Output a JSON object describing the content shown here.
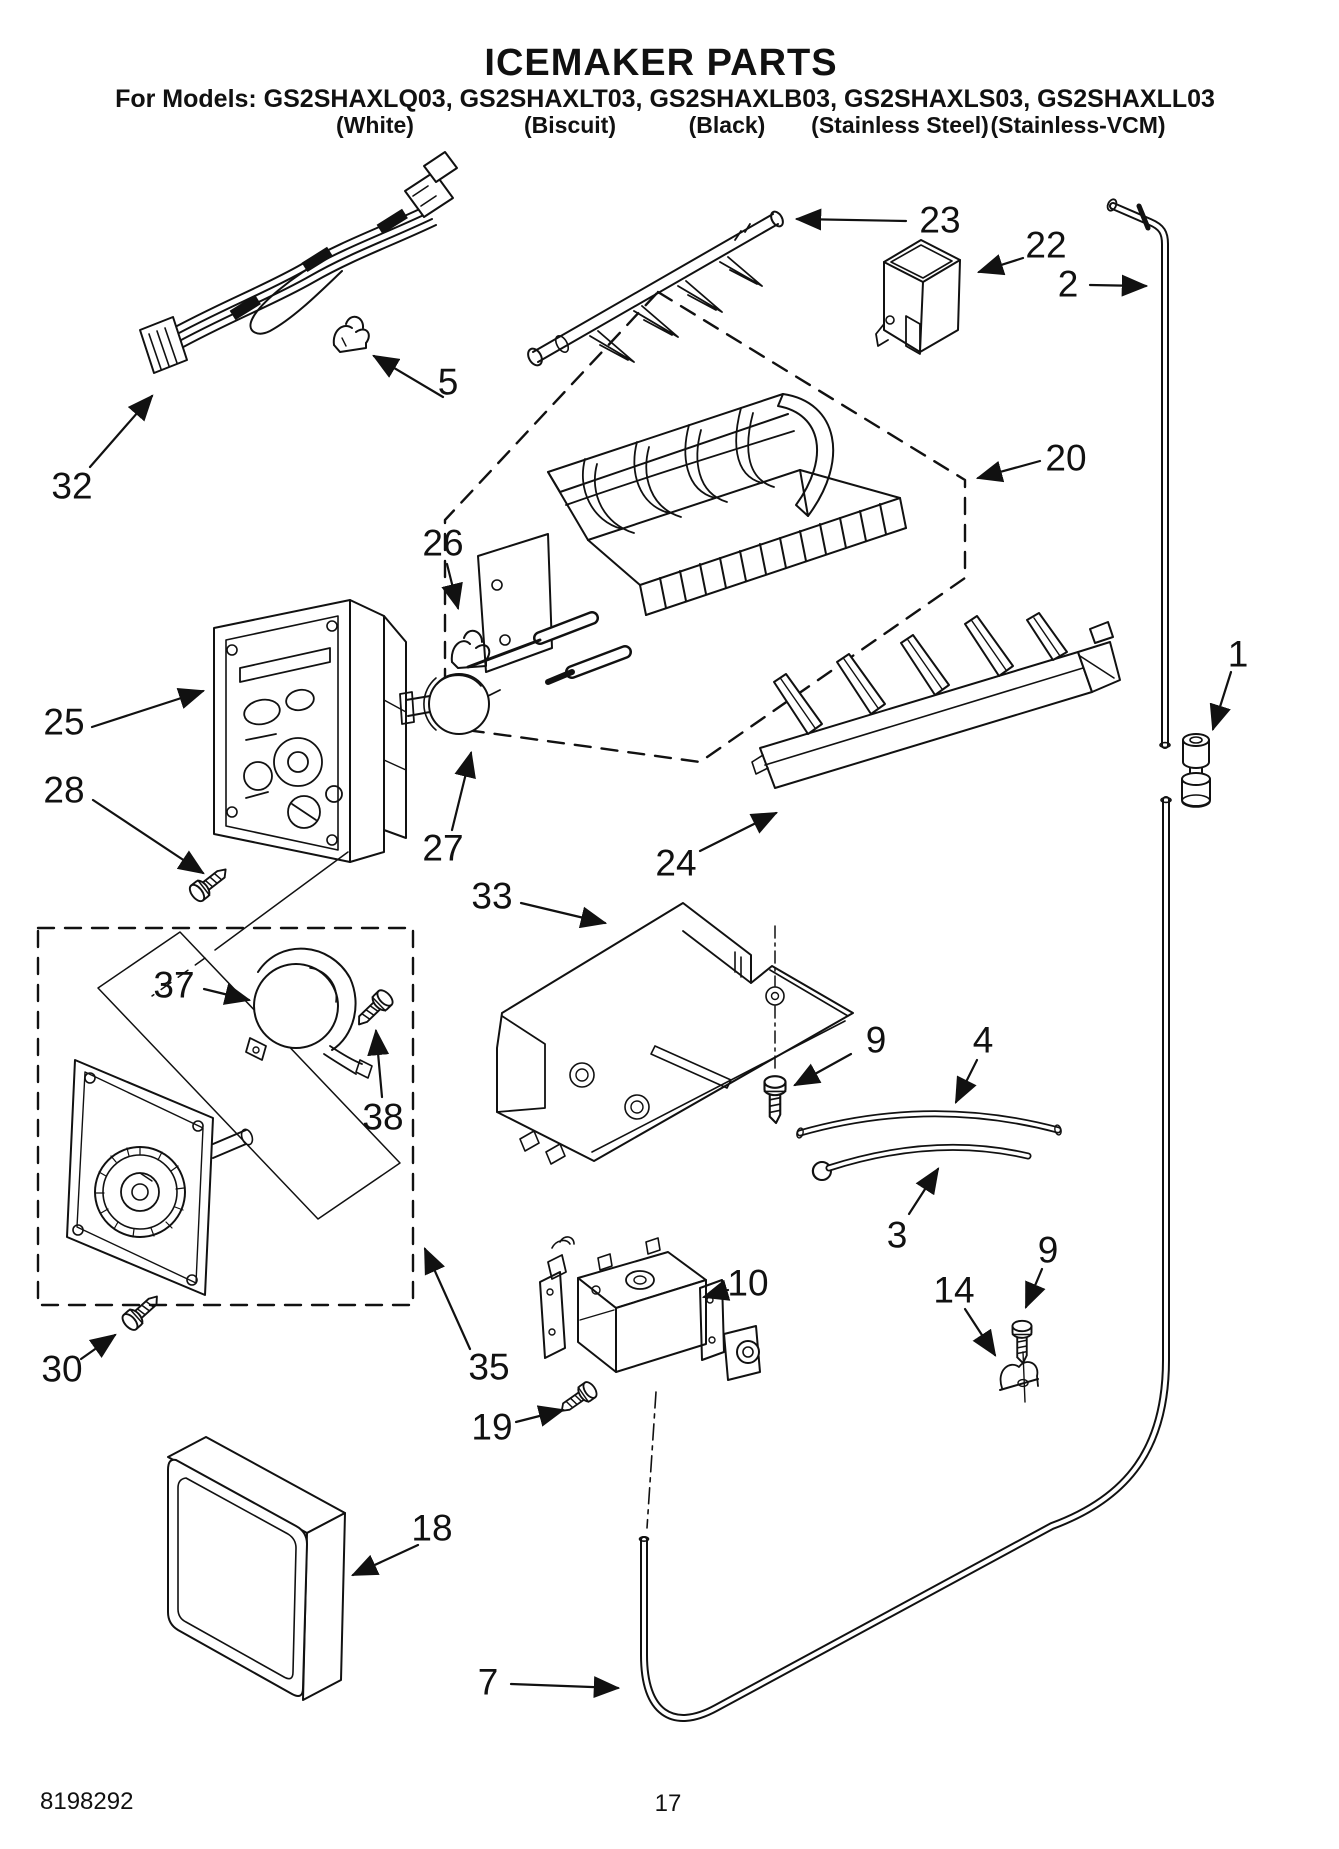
{
  "header": {
    "title": "ICEMAKER PARTS",
    "models_line": "For Models: GS2SHAXLQ03, GS2SHAXLT03, GS2SHAXLB03, GS2SHAXLS03, GS2SHAXLL03",
    "finishes": [
      "(White)",
      "(Biscuit)",
      "(Black)",
      "(Stainless Steel)",
      "(Stainless-VCM)"
    ]
  },
  "diagram": {
    "type": "exploded-parts-diagram",
    "subject": "Icemaker assembly",
    "callouts": [
      "32",
      "5",
      "23",
      "22",
      "2",
      "20",
      "26",
      "25",
      "28",
      "27",
      "24",
      "33",
      "1",
      "37",
      "38",
      "9",
      "4",
      "3",
      "10",
      "14",
      "9",
      "19",
      "35",
      "30",
      "18",
      "7"
    ]
  },
  "footer": {
    "document_number": "8198292",
    "page_number": "17"
  }
}
